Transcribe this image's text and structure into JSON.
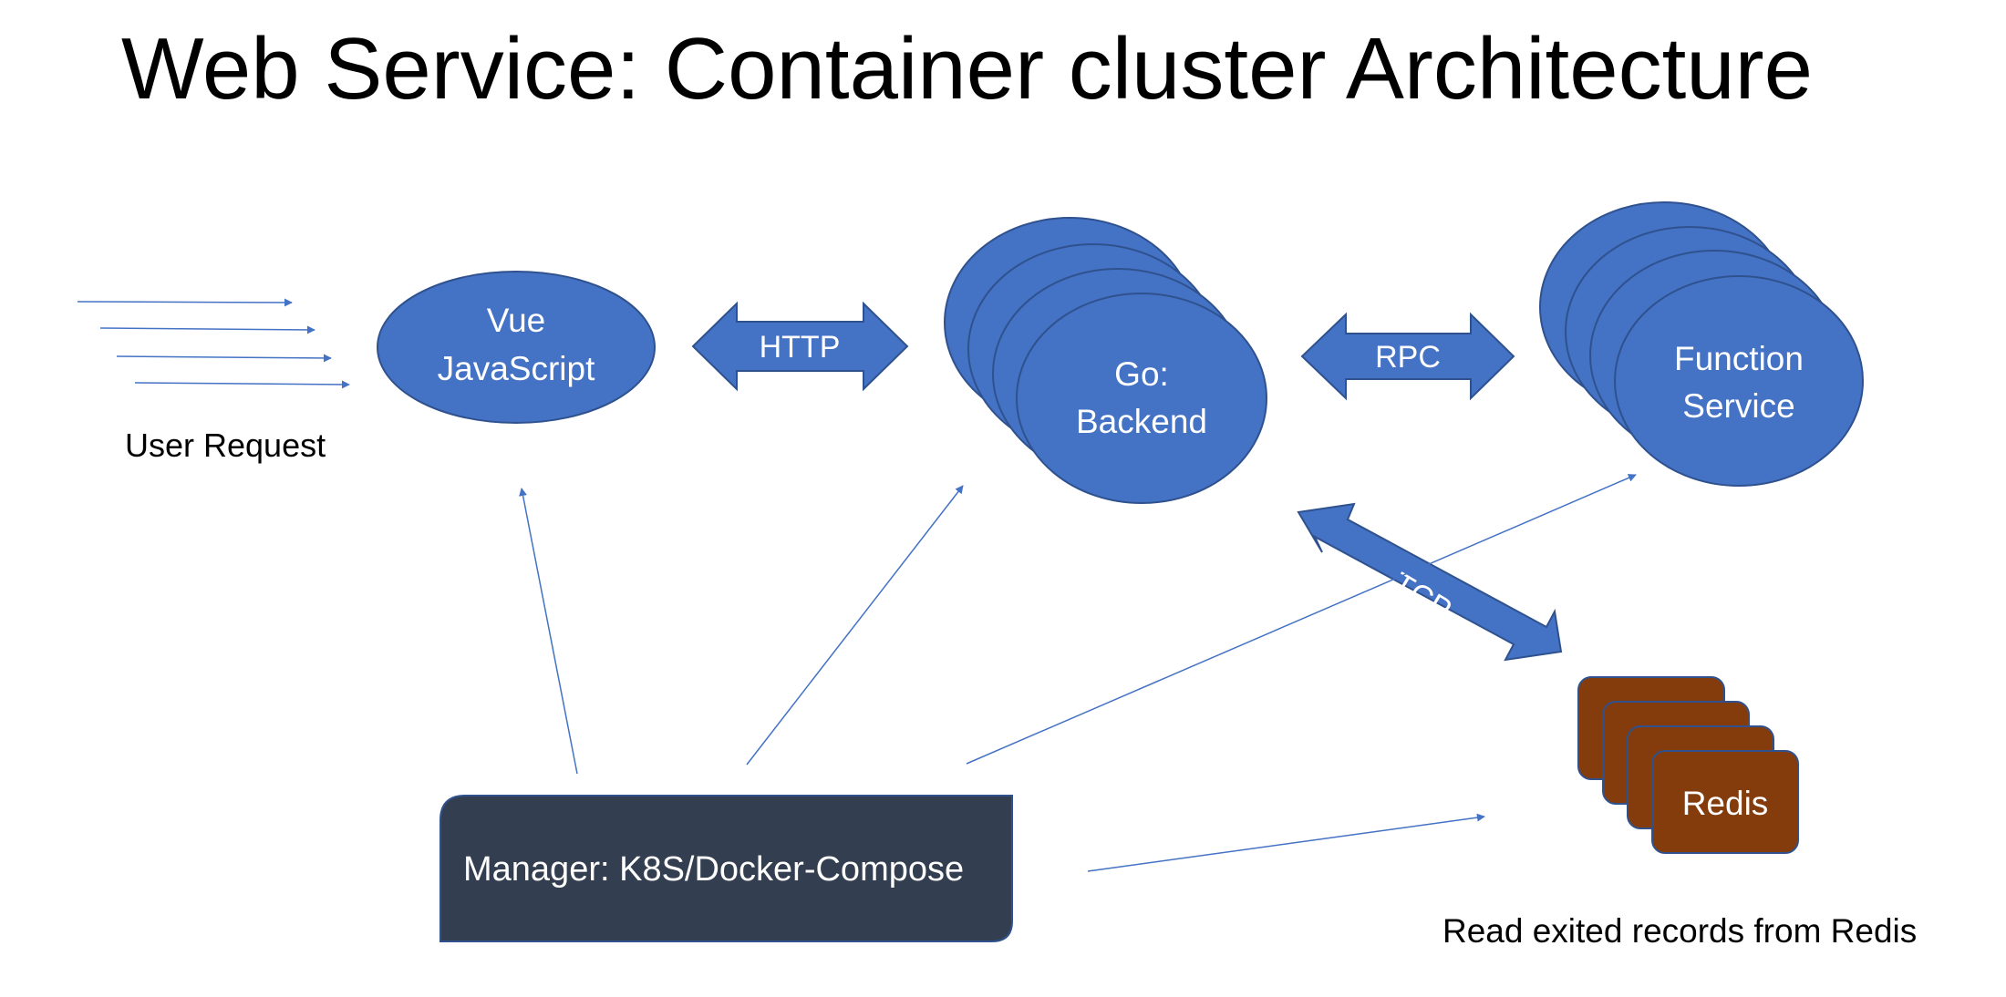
{
  "title": "Web Service: Container cluster Architecture",
  "colors": {
    "node_fill": "#4472C4",
    "node_stroke": "#2F528F",
    "redis_fill": "#843C0C",
    "manager_fill": "#333F50",
    "line": "#4472C4",
    "text_dark": "#000000",
    "text_light": "#FFFFFF"
  },
  "nodes": {
    "frontend": {
      "line1": "Vue",
      "line2": "JavaScript"
    },
    "backend": {
      "line1": "Go:",
      "line2": "Backend"
    },
    "function_service": {
      "line1": "Function",
      "line2": "Service"
    },
    "redis": {
      "label": "Redis"
    },
    "manager": {
      "label": "Manager: K8S/Docker-Compose"
    }
  },
  "connectors": {
    "http": "HTTP",
    "rpc": "RPC",
    "tcp": "TCP"
  },
  "captions": {
    "user_request": "User Request",
    "redis_note": "Read exited records from Redis"
  }
}
